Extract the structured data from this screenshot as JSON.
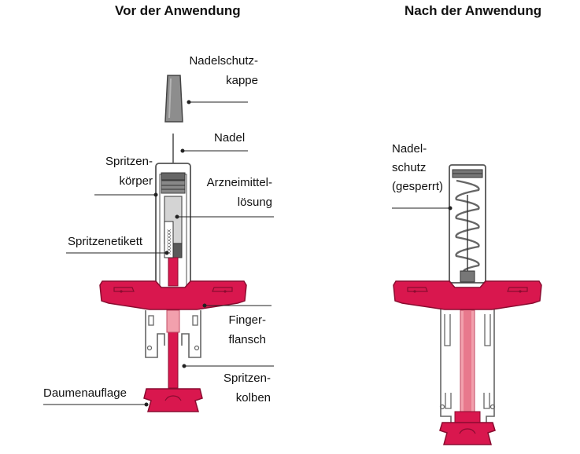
{
  "headings": {
    "before": "Vor der Anwendung",
    "after": "Nach der Anwendung"
  },
  "labels": {
    "cap_1": "Nadelschutz-",
    "cap_2": "kappe",
    "needle": "Nadel",
    "barrel_1": "Spritzen-",
    "barrel_2": "körper",
    "solution_1": "Arzneimittel-",
    "solution_2": "lösung",
    "syringe_label": "Spritzenetikett",
    "flange_1": "Finger-",
    "flange_2": "flansch",
    "thumb_pad": "Daumenauflage",
    "plunger_1": "Spritzen-",
    "plunger_2": "kolben",
    "guard_1": "Nadel-",
    "guard_2": "schutz",
    "guard_3": "(gesperrt)"
  },
  "colors": {
    "magenta": "#d9174e",
    "pink": "#f2a0ad",
    "outline": "#555555",
    "grey": "#9b9b9b",
    "dark_grey": "#5a5a5a",
    "light_grey": "#d4d4d4"
  },
  "label_code": "XXXXXXXX"
}
